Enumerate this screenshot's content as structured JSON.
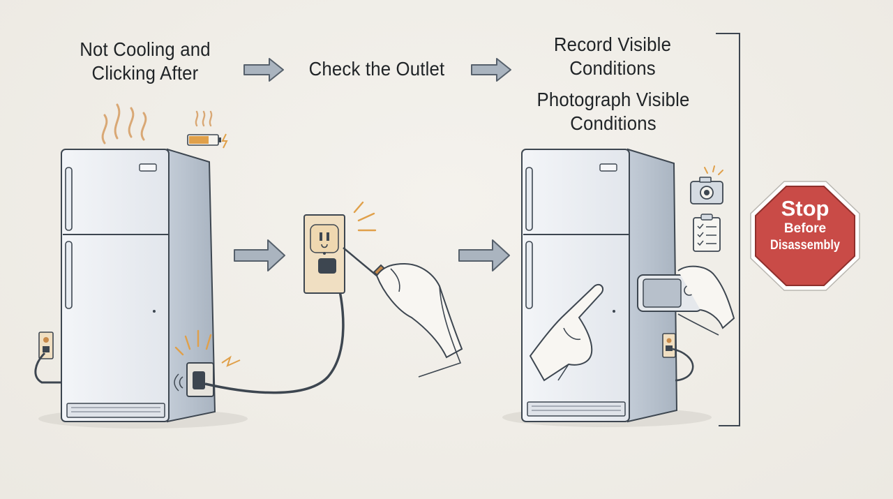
{
  "steps": [
    {
      "line1": "Not Cooling and",
      "line2": "Clicking After"
    },
    {
      "line1": "Check the Outlet"
    },
    {
      "line1": "Record Visible",
      "line2": "Conditions"
    },
    {
      "line1": "Photograph Visible",
      "line2": "Conditions"
    }
  ],
  "stop_sign": {
    "line1": "Stop",
    "line2": "Before",
    "line3": "Disassembly"
  },
  "colors": {
    "stop_red": "#c94b47",
    "arrow_fill": "#aab4bf",
    "arrow_stroke": "#56606b",
    "fridge_body": "#e4e8ee",
    "fridge_side": "#b6c0cc",
    "outlet_plate": "#f0dfc2",
    "screwdriver": "#c88a4a",
    "accent_orange": "#e0a04a"
  }
}
